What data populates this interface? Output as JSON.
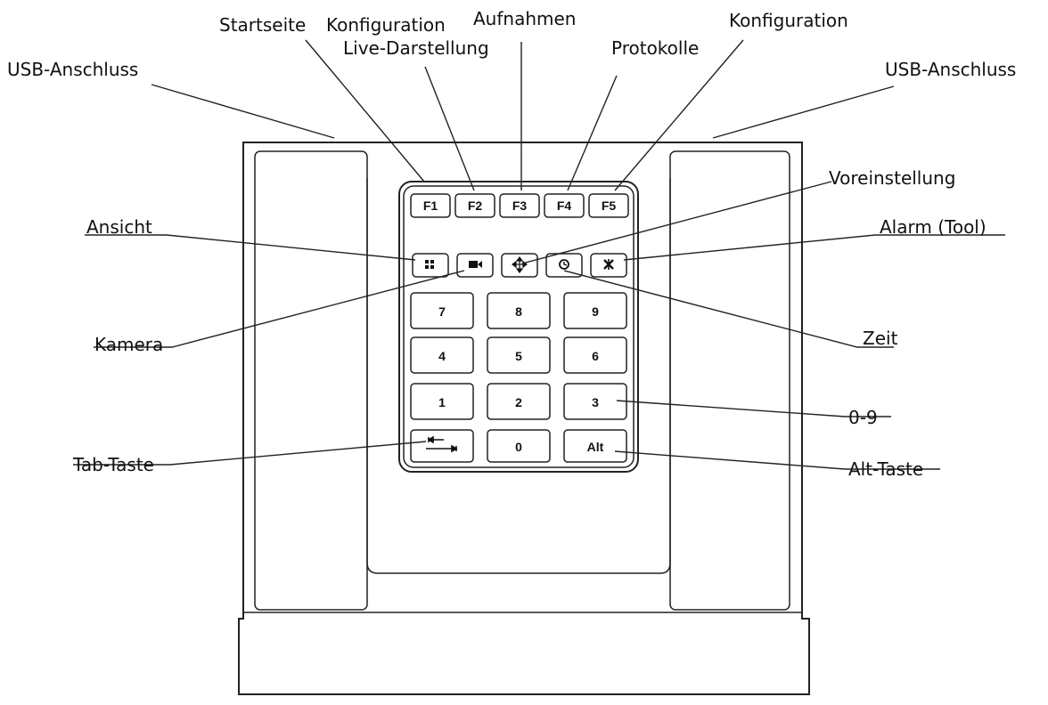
{
  "function_keys": [
    "F1",
    "F2",
    "F3",
    "F4",
    "F5"
  ],
  "number_keys": [
    "7",
    "8",
    "9",
    "4",
    "5",
    "6",
    "1",
    "2",
    "3"
  ],
  "bottom_keys": {
    "zero": "0",
    "alt": "Alt"
  },
  "labels": {
    "usb_left": "USB-Anschluss",
    "usb_right": "USB-Anschluss",
    "startseite": "Startseite",
    "konfiguration_f2": "Konfiguration",
    "live": "Live-Darstellung",
    "aufnahmen": "Aufnahmen",
    "protokolle": "Protokolle",
    "konfiguration_f5": "Konfiguration",
    "voreinstellung": "Voreinstellung",
    "ansicht": "Ansicht",
    "alarm": "Alarm (Tool)",
    "kamera": "Kamera",
    "zeit": "Zeit",
    "ziffern": "0-9",
    "tab": "Tab-Taste",
    "alt": "Alt-Taste"
  },
  "icons": [
    "grid-icon",
    "camera-icon",
    "ptz-move-icon",
    "clock-icon",
    "alarm-icon",
    "tab-arrows-icon"
  ]
}
